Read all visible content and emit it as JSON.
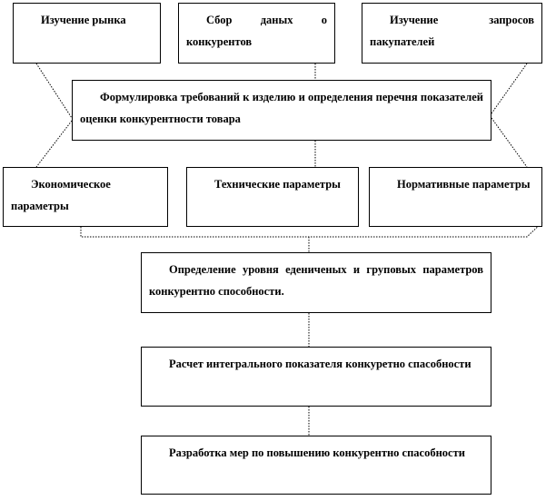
{
  "top_row": [
    {
      "text": "Изучение рынка"
    },
    {
      "text": "Сбор даных о конкурентов"
    },
    {
      "text": "Изучение запросов пакупателей"
    }
  ],
  "requirements": {
    "text": "Формулировка требований к изделию и определения перечня показателей оценки конкурентности товара"
  },
  "parameters": [
    {
      "text": "Экономическое параметры"
    },
    {
      "text": "Технические параметры"
    },
    {
      "text": "Нормативные параметры"
    }
  ],
  "steps": [
    {
      "text": "Определение уровня едениченых и груповых параметров конкурентно способности."
    },
    {
      "text": "Расчет интегрального показателя конкуретно спасобности"
    },
    {
      "text": "Разработка мер по повышению конкурентно спасобности"
    }
  ]
}
